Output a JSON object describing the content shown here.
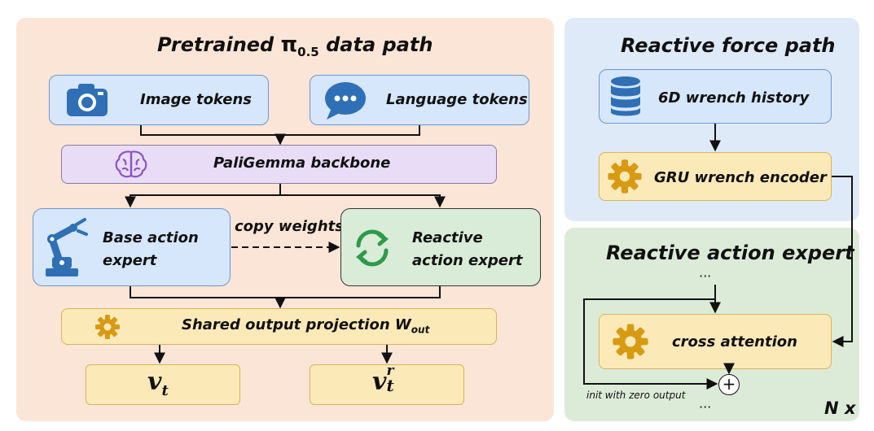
{
  "left_panel": {
    "title_prefix": "Pretrained ",
    "title_pi": "π",
    "title_sub": "0.5",
    "title_suffix": " data path",
    "image_tokens": "Image tokens",
    "language_tokens": "Language tokens",
    "backbone": "PaliGemma backbone",
    "base_expert_line1": "Base action",
    "base_expert_line2": "expert",
    "copy_weights": "copy weights",
    "reactive_expert_line1": "Reactive",
    "reactive_expert_line2": "action expert",
    "projection_text": "Shared output projection W",
    "projection_sub": "out",
    "output_v": "v",
    "output_v_sub": "t",
    "output_vr": "v",
    "output_vr_sub": "t",
    "output_vr_sup": "r"
  },
  "force_panel": {
    "title": "Reactive force path",
    "wrench_history": "6D wrench history",
    "gru_encoder": "GRU wrench encoder"
  },
  "expert_panel": {
    "title": "Reactive action expert",
    "ellipsis_top": "···",
    "cross_attention": "cross attention",
    "plus": "+",
    "init_label": "init with zero output",
    "ellipsis_bottom": "···",
    "repeat": "N x"
  },
  "colors": {
    "left_panel_bg": "#fbe5d6",
    "force_panel_bg": "#dfeaf8",
    "expert_panel_bg": "#dcebd8",
    "icon_blue": "#2f6fb5",
    "gear_gold": "#d79a12",
    "brain_purple": "#8a55c4",
    "cycle_green": "#2f9a4a"
  }
}
